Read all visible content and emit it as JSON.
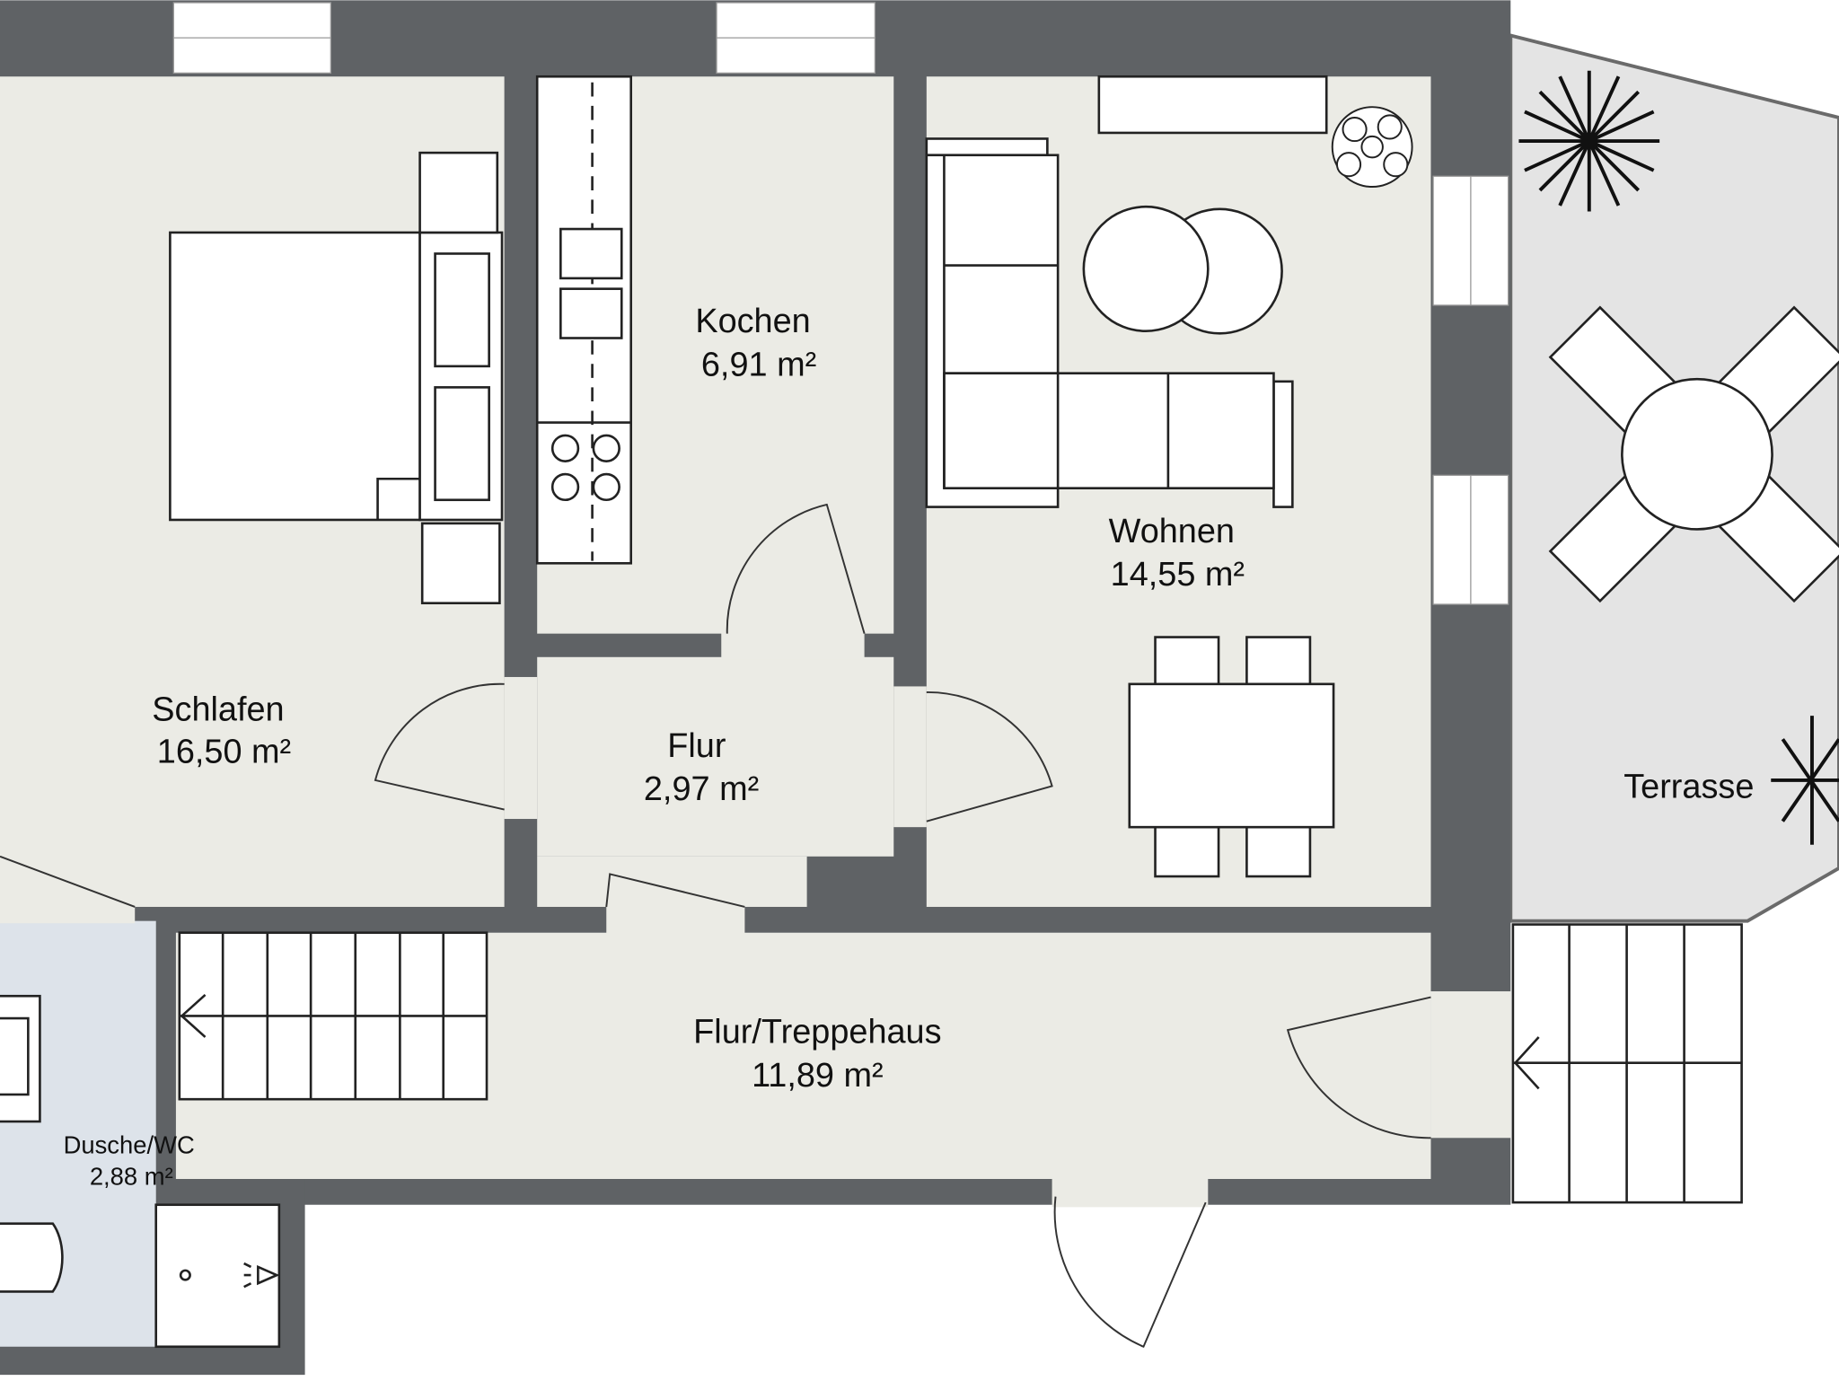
{
  "plan": {
    "colors": {
      "wall": "#5f6265",
      "floor": "#ebebe5",
      "bath": "#dde3ea",
      "terrace": "#e4e4e4"
    },
    "rooms": [
      {
        "name": "Schlafen",
        "area": "16,50 m²"
      },
      {
        "name": "Kochen",
        "area": "6,91 m²"
      },
      {
        "name": "Wohnen",
        "area": "14,55 m²"
      },
      {
        "name": "Flur",
        "area": "2,97 m²"
      },
      {
        "name": "Flur/Treppehaus",
        "area": "11,89 m²"
      },
      {
        "name": "Dusche/WC",
        "area": "2,88 m²"
      },
      {
        "name": "Terrasse"
      }
    ]
  }
}
